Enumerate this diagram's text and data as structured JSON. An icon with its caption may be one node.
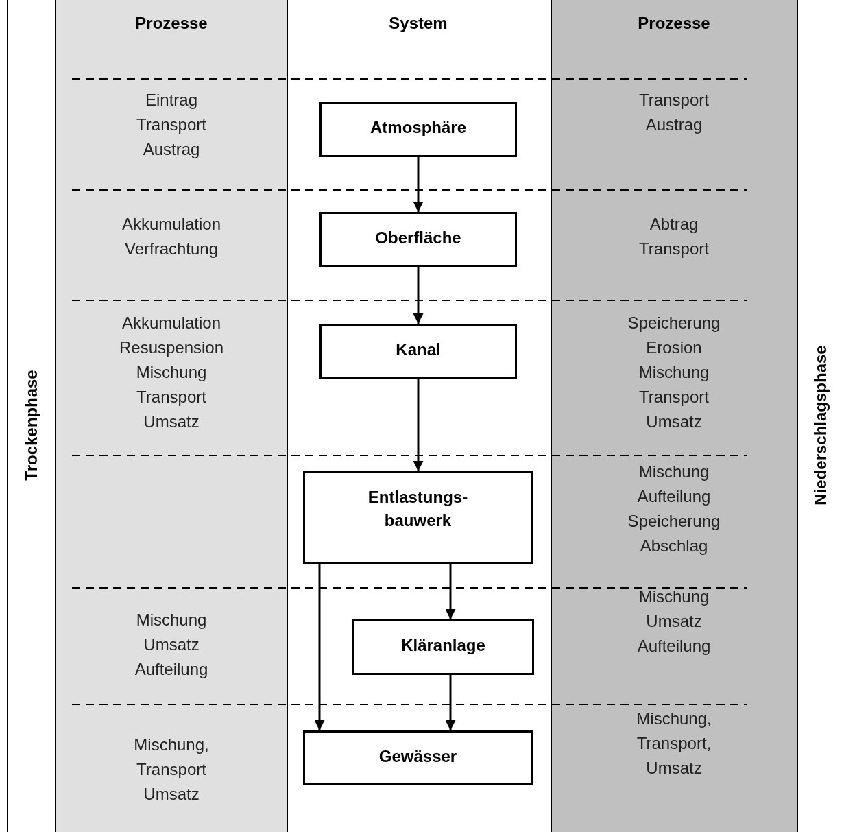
{
  "diagram": {
    "nodes": [
      {
        "text": [
          "Atmosphäre"
        ]
      },
      {
        "text": [
          "Oberfläche"
        ]
      },
      {
        "text": [
          "Kanal"
        ]
      },
      {
        "text": [
          "Entlastungs- bauwerk"
        ]
      },
      {
        "text": [
          "Kläranlage"
        ]
      },
      {
        "text": [
          "Gewässer"
        ]
      }
    ],
    "edges": [
      {
        "from": 0,
        "to": 1,
        "arrow": "to"
      },
      {
        "from": 1,
        "to": 2,
        "arrow": "to"
      },
      {
        "from": 2,
        "to": 3,
        "arrow": "to"
      },
      {
        "from": 3,
        "to": 4,
        "arrow": "to"
      },
      {
        "from": 3,
        "to": 5,
        "arrow": "to"
      },
      {
        "from": 4,
        "to": 5,
        "arrow": "to"
      }
    ],
    "labels": [
      "Trockenphase",
      "Prozesse",
      "System",
      "Prozesse",
      "Niederschlagsphase",
      "Eintrag Transport Austrag",
      "Transport Austrag",
      "Akkumulation Verfrachtung",
      "Abtrag Transport",
      "Akkumulation Resuspension Mischung Transport Umsatz",
      "Speicherung Erosion Mischung Transport Umsatz",
      "Mischung Aufteilung Speicherung Abschlag",
      "Mischung Umsatz Aufteilung",
      "Mischung Umsatz Aufteilung",
      "Mischung, Transport Umsatz",
      "Mischung, Transport, Umsatz"
    ]
  }
}
